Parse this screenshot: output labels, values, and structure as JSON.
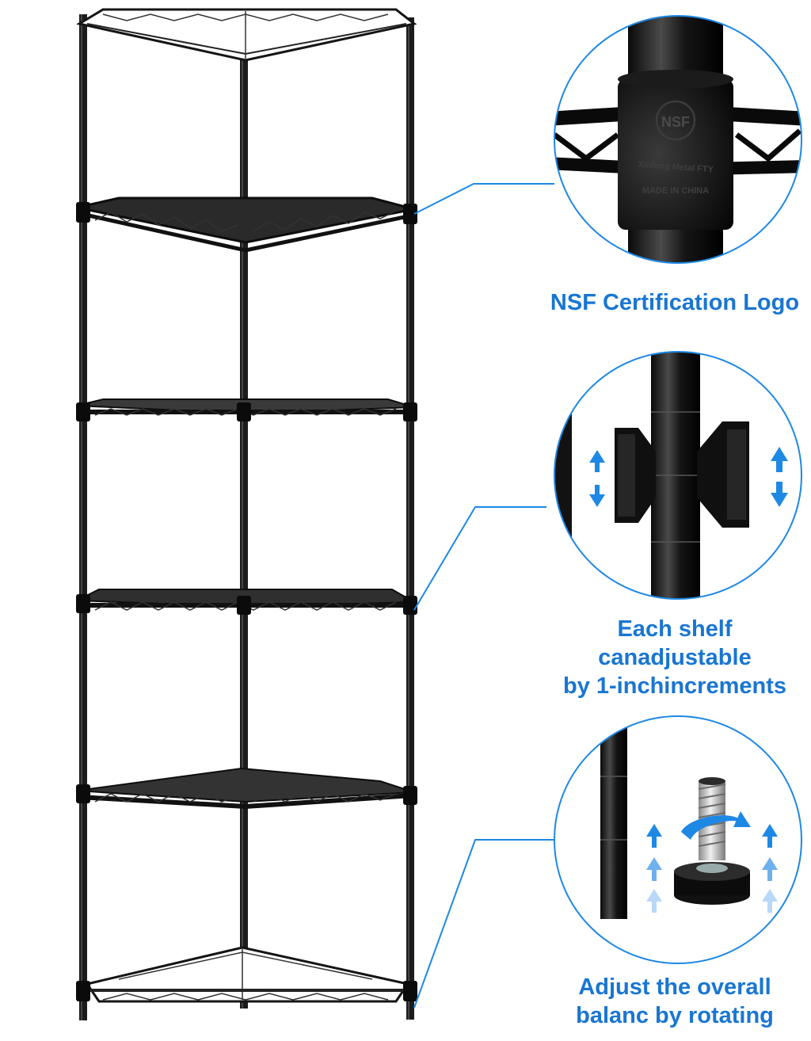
{
  "colors": {
    "accent": "#1e88e5",
    "caption": "#1976d2",
    "metal": "#141414"
  },
  "callouts": [
    {
      "icon": "nsf-logo-detail",
      "lines": [
        "NSF Certification Logo"
      ]
    },
    {
      "icon": "shelf-clip-adjust-detail",
      "lines": [
        "Each shelf canadjustable",
        "by 1-inchincrements"
      ]
    },
    {
      "icon": "leveling-foot-detail",
      "lines": [
        "Adjust the overall",
        "balanc by rotating"
      ]
    }
  ],
  "stamp": {
    "logo": "NSF",
    "maker": "Xinfeng Metal FTY",
    "origin": "MADE IN CHINA"
  },
  "shelf": {
    "tiers": 6,
    "type": "corner wire shelving unit"
  }
}
